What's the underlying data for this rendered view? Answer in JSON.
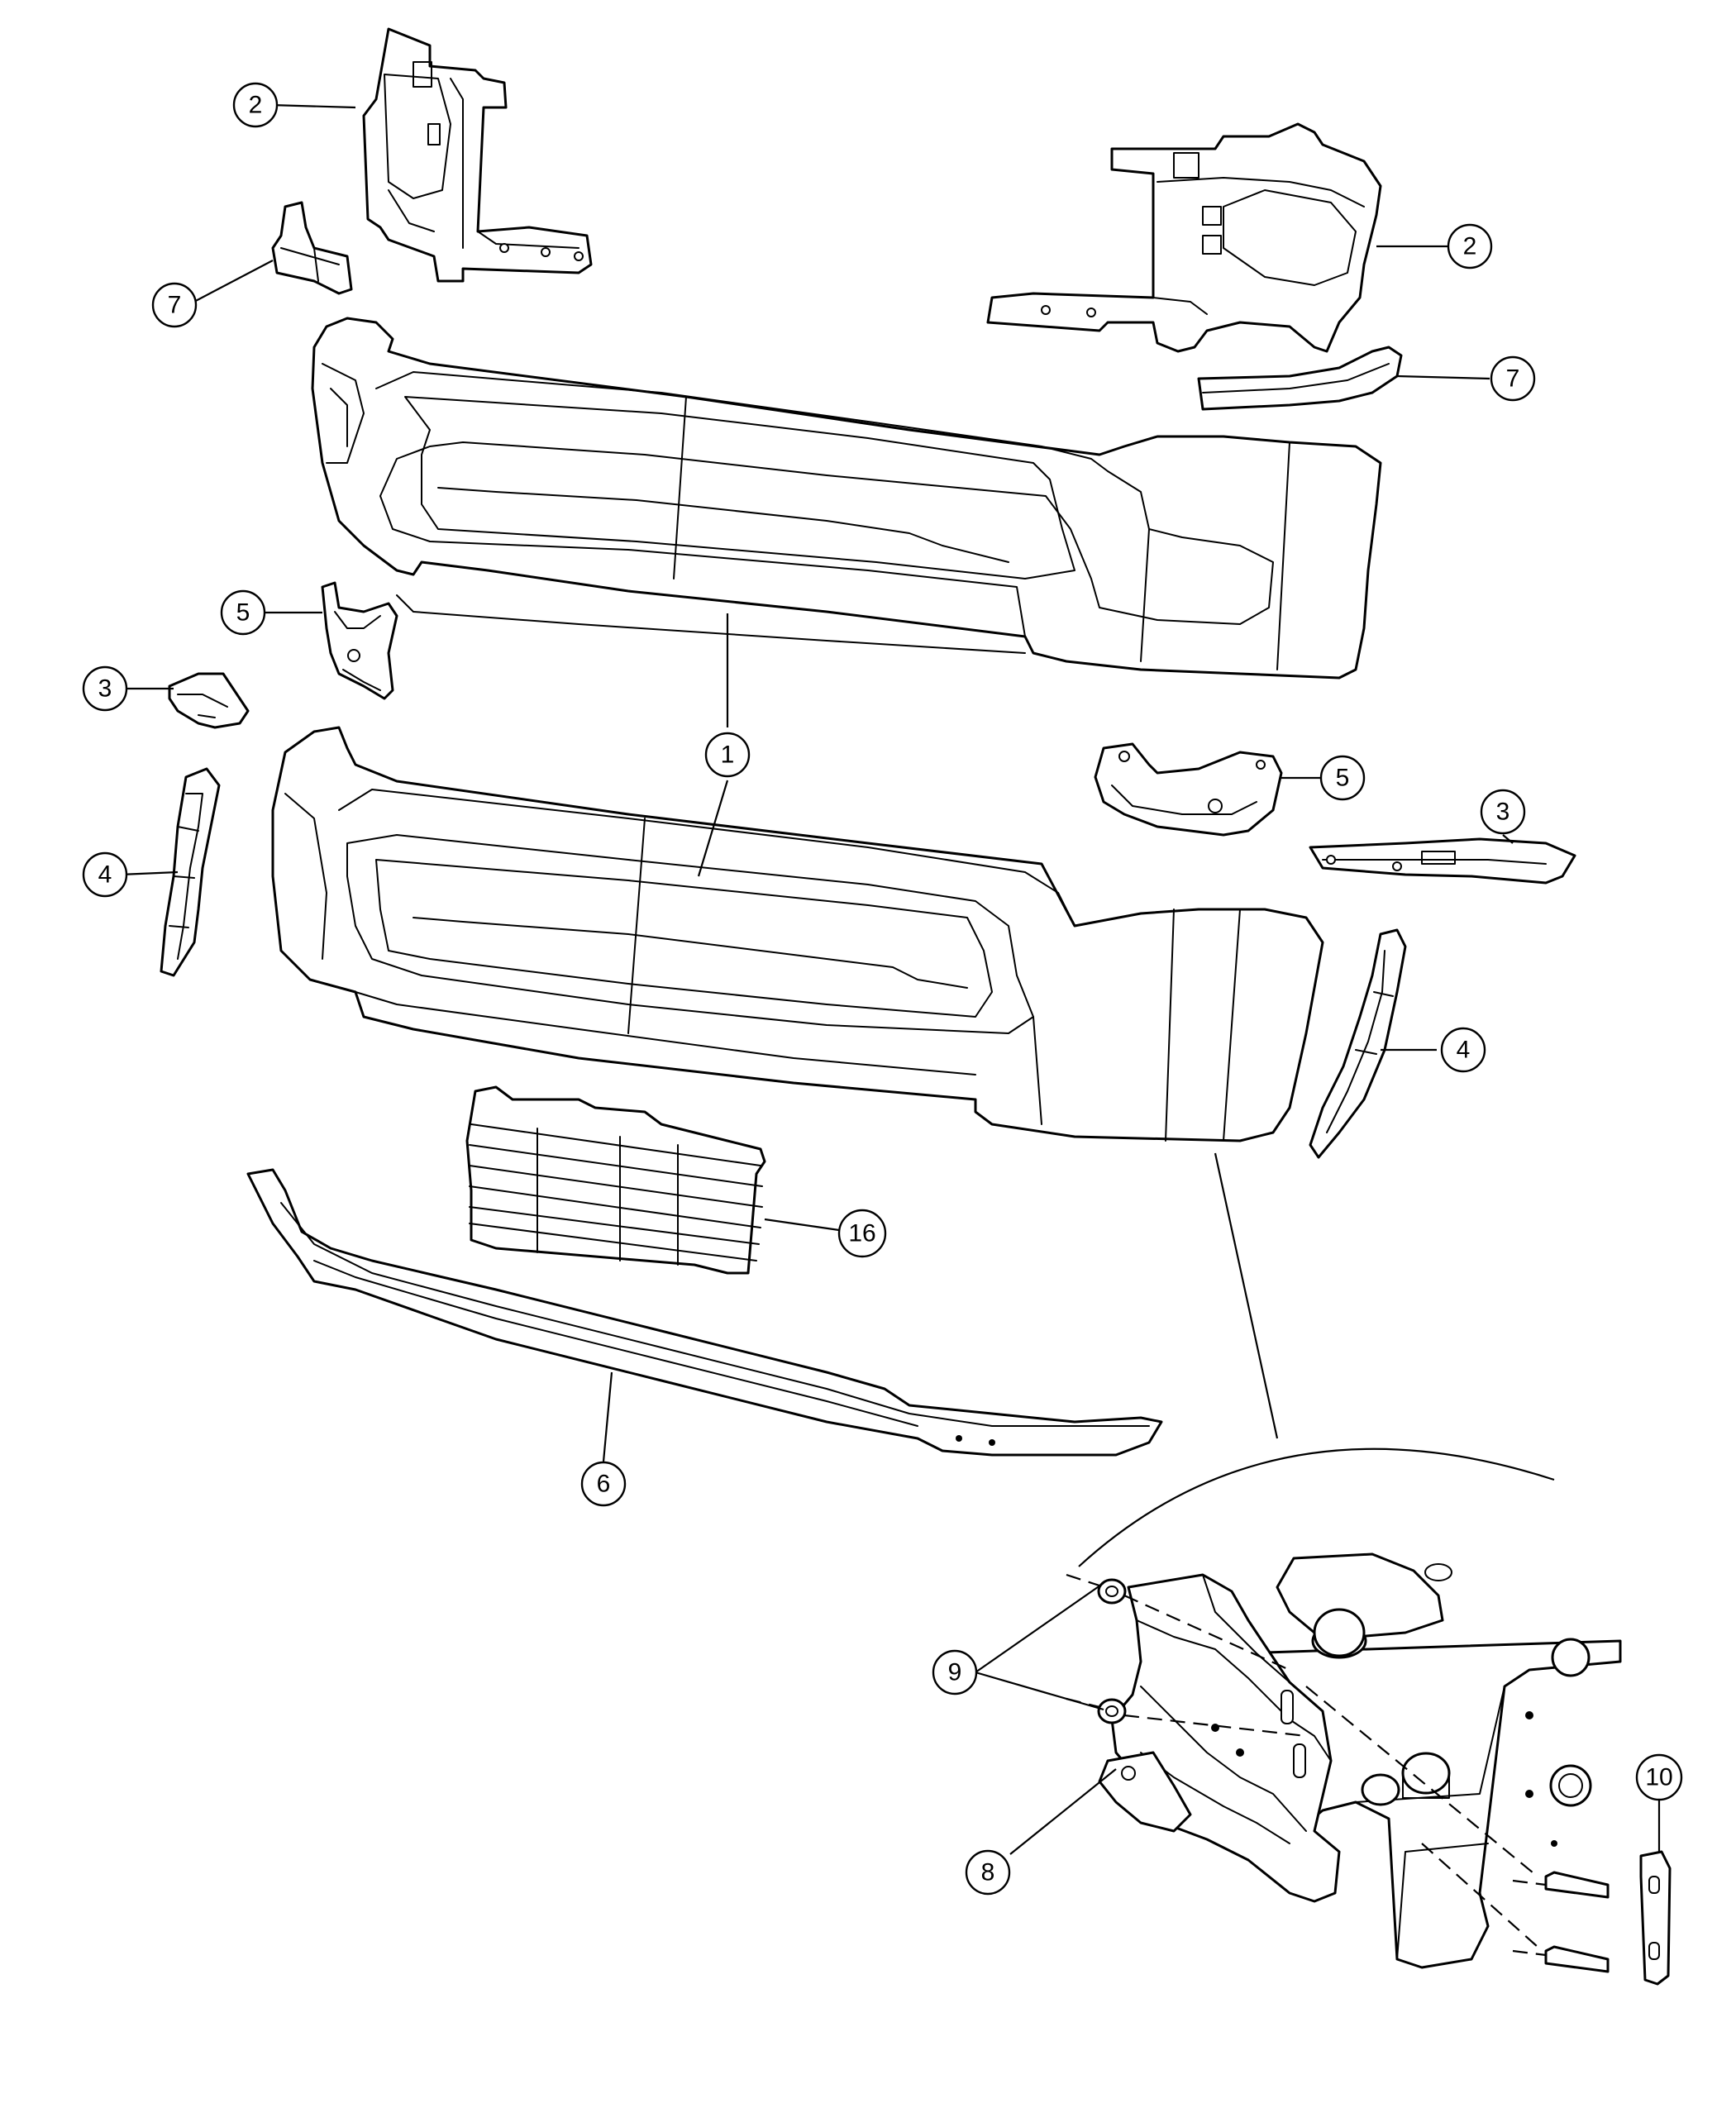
{
  "callouts": {
    "c1": "1",
    "c2a": "2",
    "c2b": "2",
    "c3a": "3",
    "c3b": "3",
    "c4a": "4",
    "c4b": "4",
    "c5a": "5",
    "c5b": "5",
    "c6": "6",
    "c7a": "7",
    "c7b": "7",
    "c8": "8",
    "c9": "9",
    "c10": "10",
    "c16": "16"
  }
}
